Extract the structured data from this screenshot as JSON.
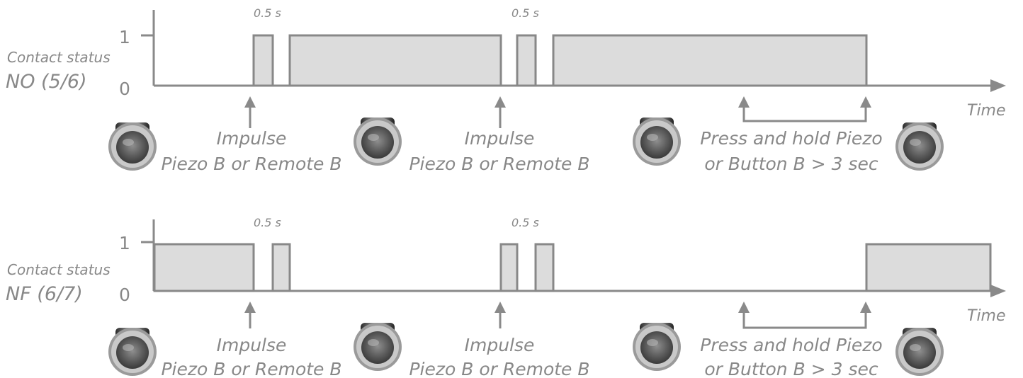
{
  "diagrams": [
    {
      "id": "no",
      "status_label": "Contact status",
      "contact_type": "NO (5/6)",
      "level_high": "1",
      "level_low": "0",
      "time_label": "Time",
      "duration_labels": [
        "0.5 s",
        "0.5 s"
      ],
      "high_intervals": [
        [
          358,
          385
        ],
        [
          409,
          707
        ],
        [
          730,
          756
        ],
        [
          781,
          1223
        ]
      ],
      "events": [
        {
          "label_line1": "Impulse",
          "label_line2": "Piezo B or Remote B"
        },
        {
          "label_line1": "Impulse",
          "label_line2": "Piezo B or Remote B"
        },
        {
          "label_line1": "Press and hold Piezo",
          "label_line2": "or Button B > 3 sec"
        }
      ],
      "button_icons": [
        "push-button-icon",
        "push-button-icon",
        "push-button-icon",
        "push-button-icon"
      ]
    },
    {
      "id": "nf",
      "status_label": "Contact status",
      "contact_type": "NF (6/7)",
      "level_high": "1",
      "level_low": "0",
      "time_label": "Time",
      "duration_labels": [
        "0.5 s",
        "0.5 s"
      ],
      "high_intervals": [
        [
          218,
          358
        ],
        [
          385,
          409
        ],
        [
          707,
          730
        ],
        [
          756,
          781
        ],
        [
          1223,
          1398
        ]
      ],
      "events": [
        {
          "label_line1": "Impulse",
          "label_line2": "Piezo B or Remote B"
        },
        {
          "label_line1": "Impulse",
          "label_line2": "Piezo B or Remote B"
        },
        {
          "label_line1": "Press and hold Piezo",
          "label_line2": "or Button B > 3 sec"
        }
      ],
      "button_icons": [
        "push-button-icon",
        "push-button-icon",
        "push-button-icon",
        "push-button-icon"
      ]
    }
  ],
  "colors": {
    "line": "#888888",
    "fill": "#dcdcdc",
    "text": "#888888"
  }
}
